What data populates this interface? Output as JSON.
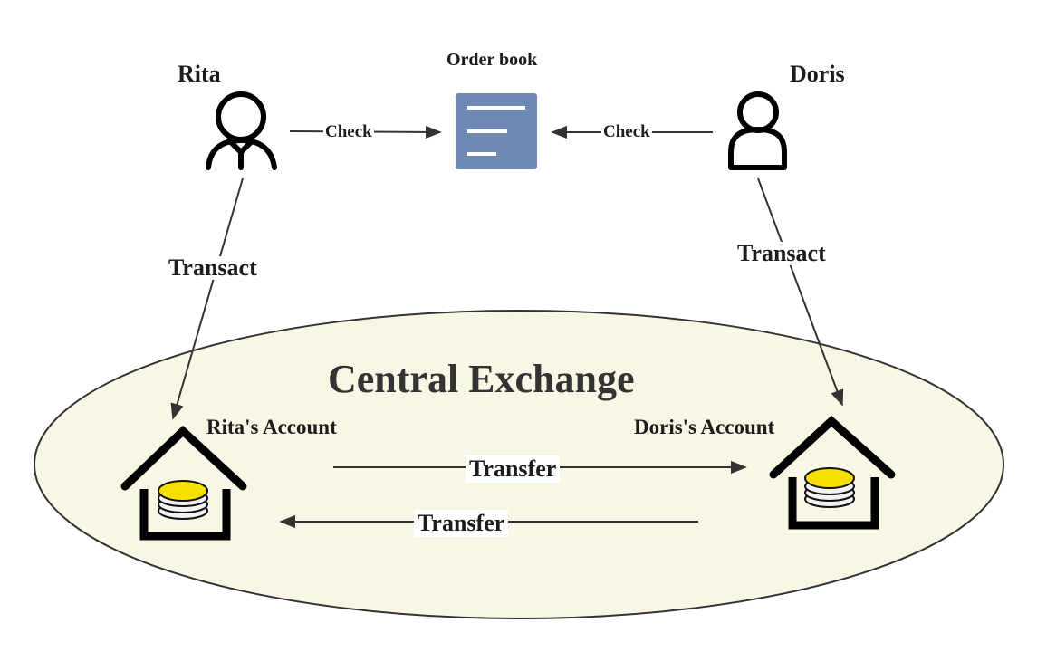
{
  "people": {
    "rita": {
      "name": "Rita",
      "icon": "person-with-collar-icon"
    },
    "doris": {
      "name": "Doris",
      "icon": "person-icon"
    }
  },
  "order_book": {
    "title": "Order book",
    "icon": "document-icon",
    "color": "#6d89b3"
  },
  "actions": {
    "check_left": "Check",
    "check_right": "Check",
    "transact_left": "Transact",
    "transact_right": "Transact",
    "transfer_top": "Transfer",
    "transfer_bottom": "Transfer"
  },
  "exchange": {
    "title": "Central Exchange",
    "fill": "#f9f6e6",
    "stroke": "#333333"
  },
  "accounts": {
    "rita": {
      "label": "Rita's Account",
      "icon": "house-coins-icon"
    },
    "doris": {
      "label": "Doris's Account",
      "icon": "house-coins-icon"
    }
  },
  "colors": {
    "coin": "#f5e000",
    "line": "#333333"
  }
}
